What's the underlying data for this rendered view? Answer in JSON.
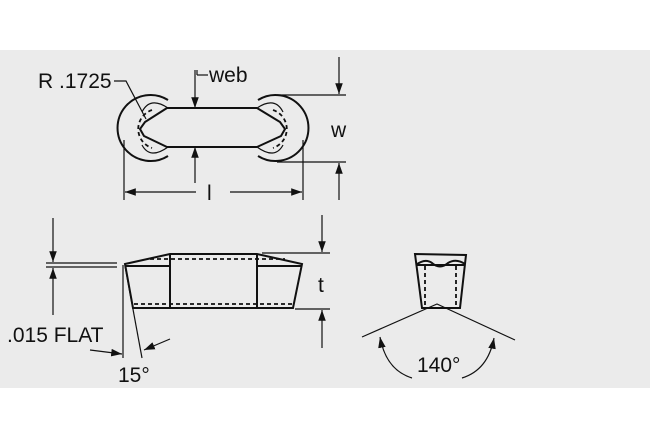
{
  "labels": {
    "radius": "R .1725",
    "web": "web",
    "width": "w",
    "length": "l",
    "thickness": "t",
    "flat": ".015 FLAT",
    "clearance_angle": "15°",
    "included_angle": "140°"
  }
}
